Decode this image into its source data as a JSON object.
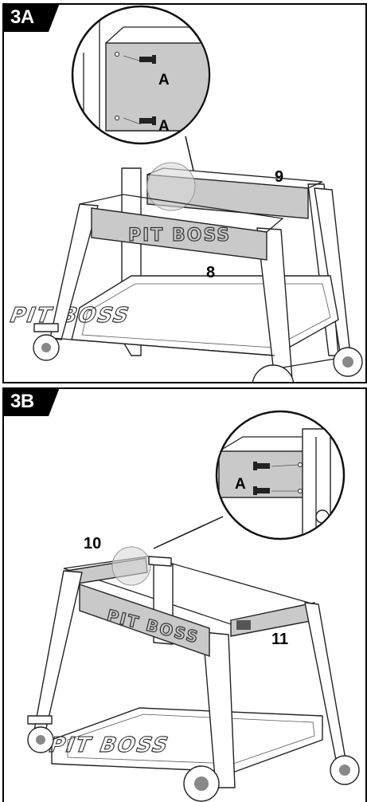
{
  "steps": [
    {
      "id": "3A",
      "callouts": {
        "screw_upper": "A",
        "screw_lower": "A"
      },
      "parts": {
        "back_panel": "9",
        "front_panel": "8"
      },
      "brand_front": "PIT BOSS",
      "brand_shelf": "PIT BOSS"
    },
    {
      "id": "3B",
      "callouts": {
        "screw": "A"
      },
      "parts": {
        "left_panel": "10",
        "right_panel": "11"
      },
      "brand_front": "PIT BOSS",
      "brand_shelf": "PIT BOSS"
    }
  ],
  "colors": {
    "panel_fill": "#c9c9c9",
    "highlight": "#d9d9d9",
    "ink": "#222222"
  },
  "icons": [
    "screw-icon",
    "wheel-icon",
    "caster-icon"
  ]
}
